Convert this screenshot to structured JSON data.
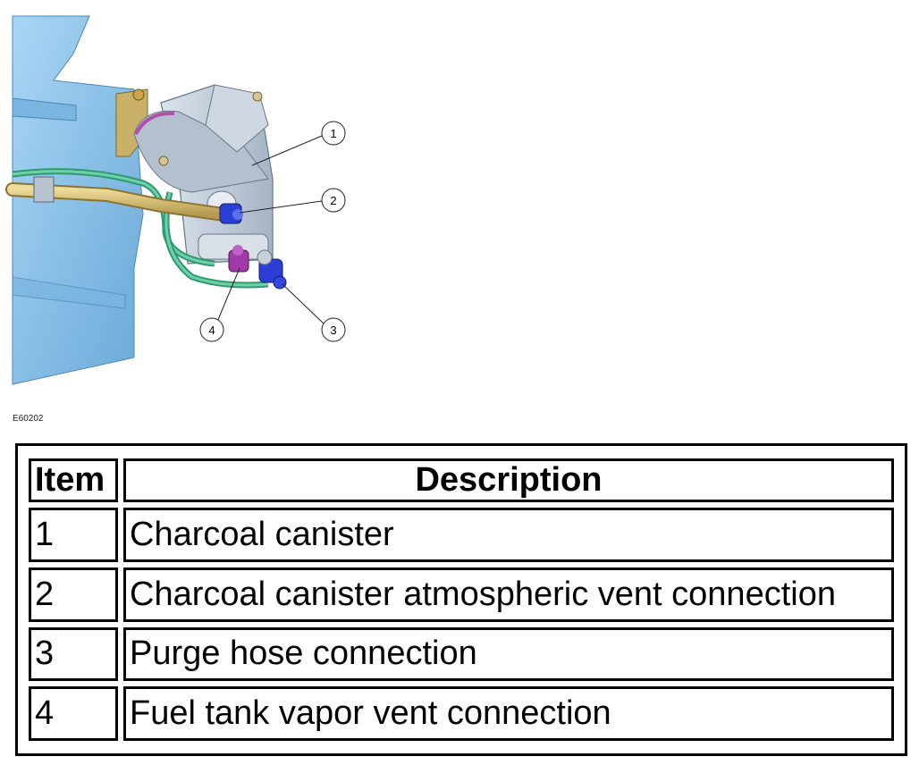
{
  "figure": {
    "id": "E60202",
    "callouts": [
      "1",
      "2",
      "3",
      "4"
    ]
  },
  "legend": {
    "headers": {
      "item": "Item",
      "description": "Description"
    },
    "rows": [
      {
        "item": "1",
        "description": "Charcoal canister"
      },
      {
        "item": "2",
        "description": "Charcoal canister atmospheric vent connection"
      },
      {
        "item": "3",
        "description": "Purge hose connection"
      },
      {
        "item": "4",
        "description": "Fuel tank vapor vent connection"
      }
    ]
  },
  "colors": {
    "tank": "#8cc4ec",
    "canister": "#c6d2de",
    "pipe": "#d8c07a",
    "hose": "#3cb08a",
    "connector_blue": "#2b3fd6",
    "connector_purple": "#a03aa8",
    "border": "#000000"
  }
}
